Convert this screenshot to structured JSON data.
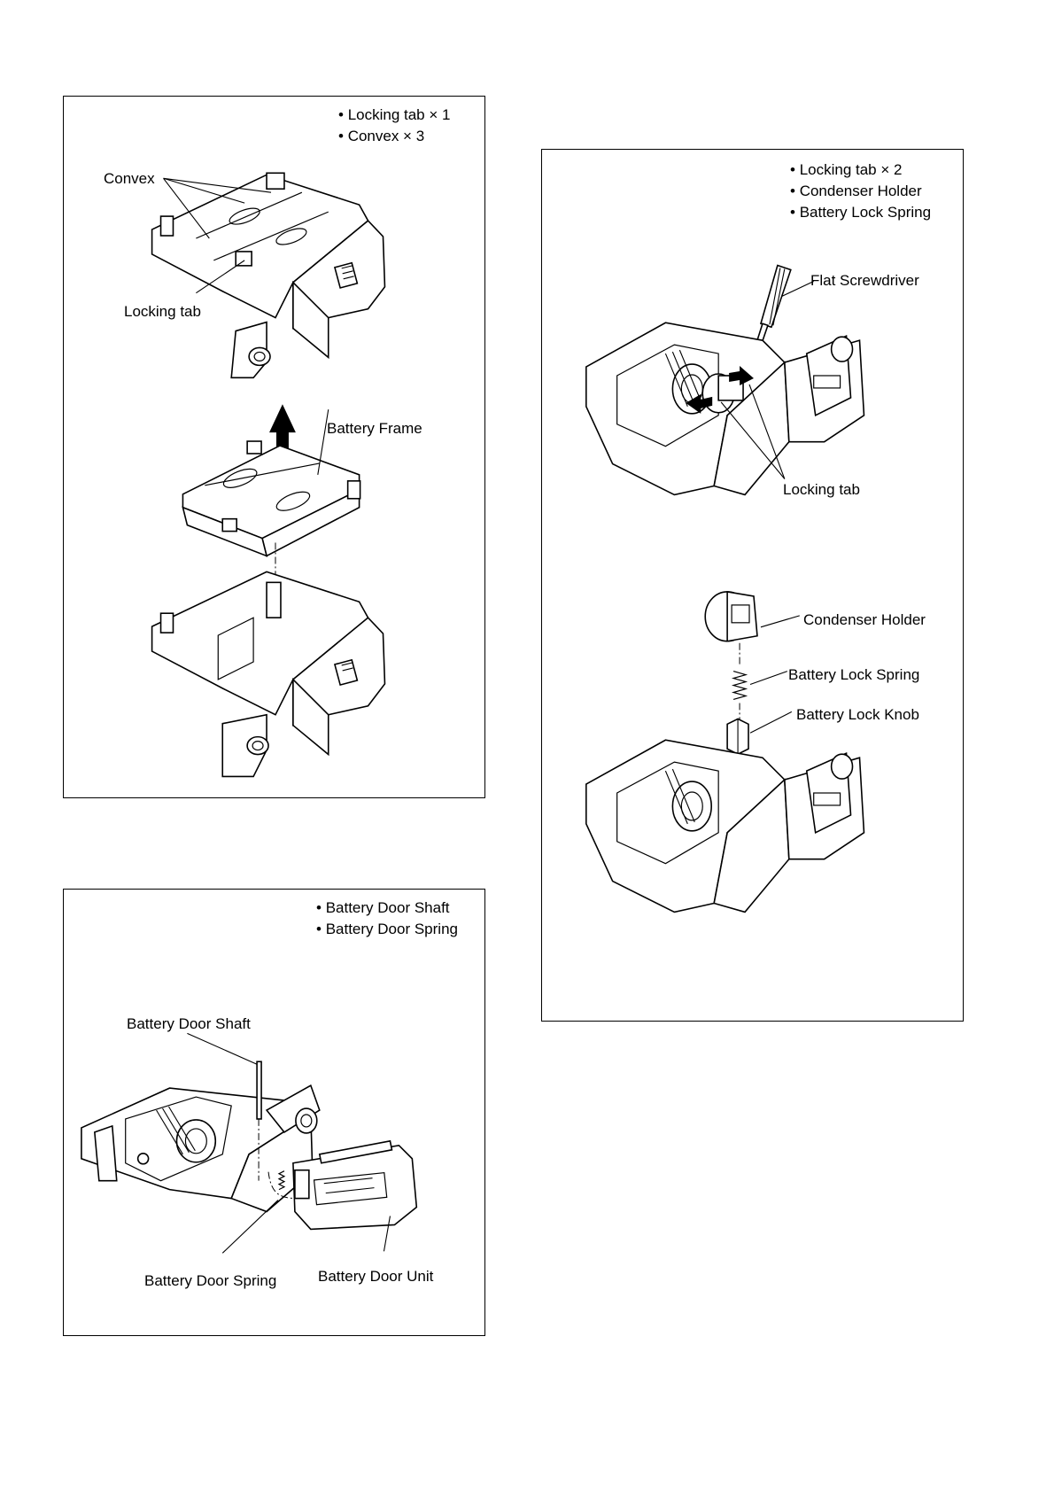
{
  "panel_a": {
    "notes": [
      "Locking tab × 1",
      "Convex × 3"
    ],
    "labels": {
      "convex": "Convex",
      "locking_tab": "Locking tab",
      "battery_frame": "Battery Frame"
    }
  },
  "panel_b": {
    "notes": [
      "Battery Door Shaft",
      "Battery Door Spring"
    ],
    "labels": {
      "door_shaft": "Battery Door Shaft",
      "door_spring": "Battery Door Spring",
      "door_unit": "Battery Door Unit"
    }
  },
  "panel_c": {
    "notes": [
      "Locking tab × 2",
      "Condenser Holder",
      "Battery Lock Spring"
    ],
    "labels": {
      "screwdriver": "Flat Screwdriver",
      "locking_tab": "Locking tab",
      "condenser_holder": "Condenser Holder",
      "lock_spring": "Battery Lock Spring",
      "lock_knob": "Battery Lock Knob"
    }
  }
}
